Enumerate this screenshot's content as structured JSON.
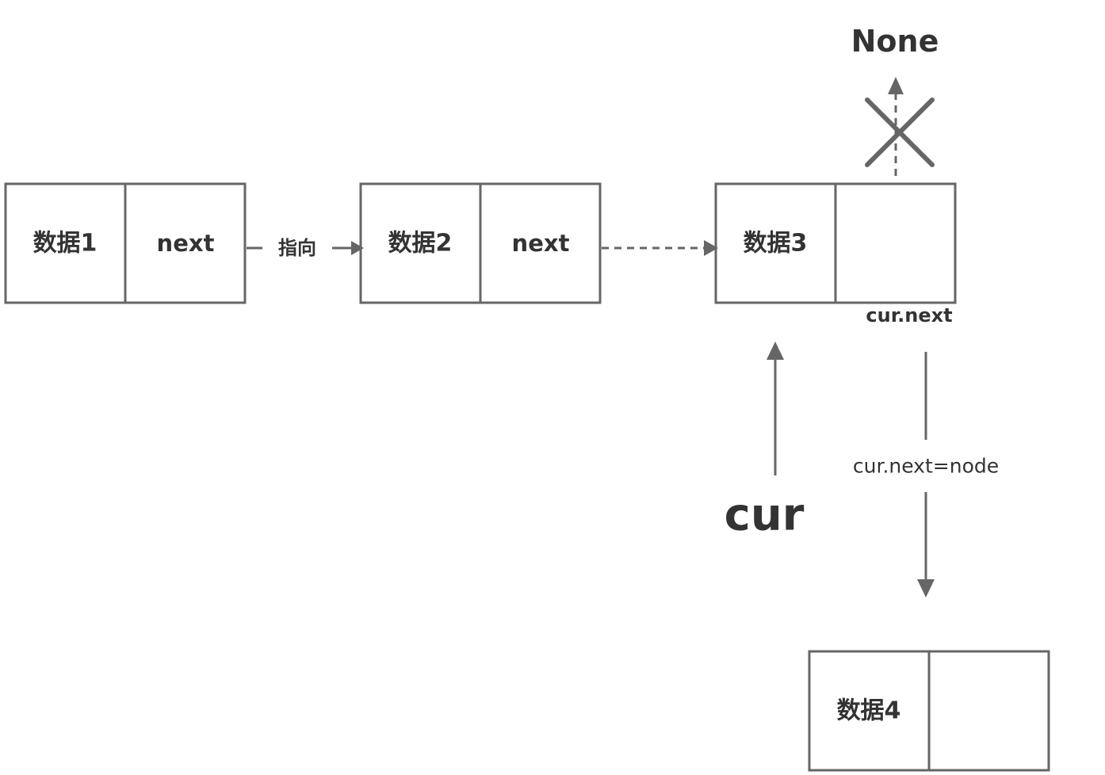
{
  "nodes": [
    {
      "data_label": "数据1",
      "next_label": "next"
    },
    {
      "data_label": "数据2",
      "next_label": "next"
    },
    {
      "data_label": "数据3",
      "next_label": ""
    },
    {
      "data_label": "数据4",
      "next_label": ""
    }
  ],
  "labels": {
    "points_to": "指向",
    "none": "None",
    "cur_next": "cur.next",
    "assignment": "cur.next=node",
    "cur": "cur"
  },
  "colors": {
    "stroke": "#666666",
    "text": "#333333",
    "background": "#ffffff"
  }
}
